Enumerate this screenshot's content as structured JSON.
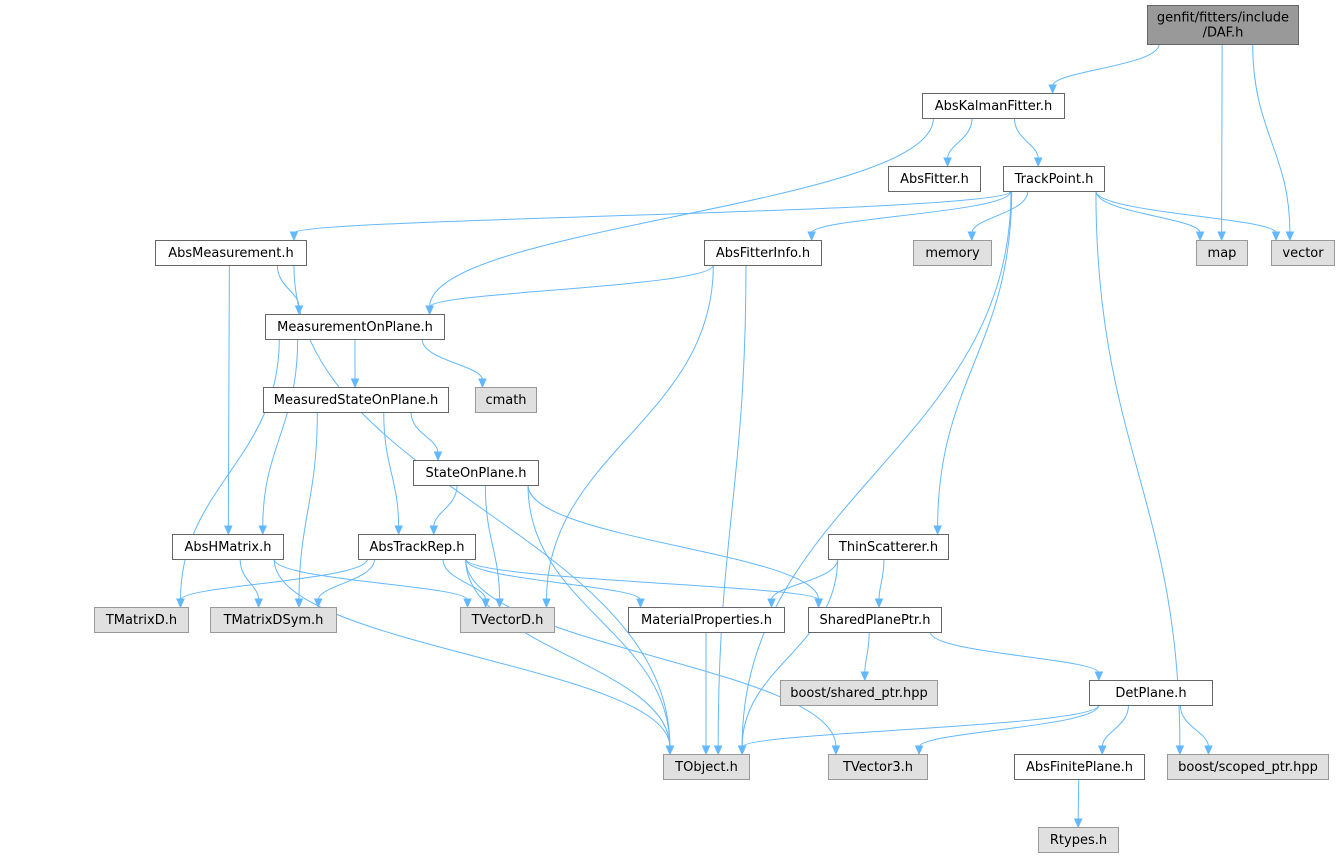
{
  "graph": {
    "edge_color": "#63b8ff",
    "node_colors": {
      "focus": "#999999",
      "file": "#ffffff",
      "external": "#e0e0e0",
      "border": "#666666"
    },
    "nodes": [
      {
        "id": "daf",
        "label_lines": [
          "genfit/fitters/include",
          "/DAF.h"
        ],
        "kind": "focus"
      },
      {
        "id": "abskalman",
        "label_lines": [
          "AbsKalmanFitter.h"
        ],
        "kind": "file"
      },
      {
        "id": "absfitter",
        "label_lines": [
          "AbsFitter.h"
        ],
        "kind": "file"
      },
      {
        "id": "trackpoint",
        "label_lines": [
          "TrackPoint.h"
        ],
        "kind": "file"
      },
      {
        "id": "absmeas",
        "label_lines": [
          "AbsMeasurement.h"
        ],
        "kind": "file"
      },
      {
        "id": "absfitterinfo",
        "label_lines": [
          "AbsFitterInfo.h"
        ],
        "kind": "file"
      },
      {
        "id": "memory",
        "label_lines": [
          "memory"
        ],
        "kind": "ext"
      },
      {
        "id": "map",
        "label_lines": [
          "map"
        ],
        "kind": "ext"
      },
      {
        "id": "vector",
        "label_lines": [
          "vector"
        ],
        "kind": "ext"
      },
      {
        "id": "measonplane",
        "label_lines": [
          "MeasurementOnPlane.h"
        ],
        "kind": "file"
      },
      {
        "id": "cmath",
        "label_lines": [
          "cmath"
        ],
        "kind": "ext"
      },
      {
        "id": "measstate",
        "label_lines": [
          "MeasuredStateOnPlane.h"
        ],
        "kind": "file"
      },
      {
        "id": "stateonplane",
        "label_lines": [
          "StateOnPlane.h"
        ],
        "kind": "file"
      },
      {
        "id": "abshmatrix",
        "label_lines": [
          "AbsHMatrix.h"
        ],
        "kind": "file"
      },
      {
        "id": "abstrackrep",
        "label_lines": [
          "AbsTrackRep.h"
        ],
        "kind": "file"
      },
      {
        "id": "thinscatterer",
        "label_lines": [
          "ThinScatterer.h"
        ],
        "kind": "file"
      },
      {
        "id": "tmatrixd",
        "label_lines": [
          "TMatrixD.h"
        ],
        "kind": "ext"
      },
      {
        "id": "tmatrixdsym",
        "label_lines": [
          "TMatrixDSym.h"
        ],
        "kind": "ext"
      },
      {
        "id": "tvectord",
        "label_lines": [
          "TVectorD.h"
        ],
        "kind": "ext"
      },
      {
        "id": "matprops",
        "label_lines": [
          "MaterialProperties.h"
        ],
        "kind": "file"
      },
      {
        "id": "sharedplaneptr",
        "label_lines": [
          "SharedPlanePtr.h"
        ],
        "kind": "file"
      },
      {
        "id": "boostshared",
        "label_lines": [
          "boost/shared_ptr.hpp"
        ],
        "kind": "ext"
      },
      {
        "id": "detplane",
        "label_lines": [
          "DetPlane.h"
        ],
        "kind": "file"
      },
      {
        "id": "tobject",
        "label_lines": [
          "TObject.h"
        ],
        "kind": "ext"
      },
      {
        "id": "tvector3",
        "label_lines": [
          "TVector3.h"
        ],
        "kind": "ext"
      },
      {
        "id": "absfiniteplane",
        "label_lines": [
          "AbsFinitePlane.h"
        ],
        "kind": "file"
      },
      {
        "id": "boostscoped",
        "label_lines": [
          "boost/scoped_ptr.hpp"
        ],
        "kind": "ext"
      },
      {
        "id": "rtypes",
        "label_lines": [
          "Rtypes.h"
        ],
        "kind": "ext"
      }
    ],
    "edges": [
      {
        "from": "daf",
        "to": "abskalman"
      },
      {
        "from": "daf",
        "to": "map"
      },
      {
        "from": "daf",
        "to": "vector"
      },
      {
        "from": "abskalman",
        "to": "absfitter"
      },
      {
        "from": "abskalman",
        "to": "trackpoint"
      },
      {
        "from": "abskalman",
        "to": "measonplane"
      },
      {
        "from": "trackpoint",
        "to": "absmeas"
      },
      {
        "from": "trackpoint",
        "to": "absfitterinfo"
      },
      {
        "from": "trackpoint",
        "to": "memory"
      },
      {
        "from": "trackpoint",
        "to": "map"
      },
      {
        "from": "trackpoint",
        "to": "vector"
      },
      {
        "from": "trackpoint",
        "to": "thinscatterer"
      },
      {
        "from": "trackpoint",
        "to": "tobject"
      },
      {
        "from": "trackpoint",
        "to": "boostscoped"
      },
      {
        "from": "absmeas",
        "to": "measonplane"
      },
      {
        "from": "absmeas",
        "to": "abshmatrix"
      },
      {
        "from": "absmeas",
        "to": "tobject"
      },
      {
        "from": "absfitterinfo",
        "to": "measonplane"
      },
      {
        "from": "absfitterinfo",
        "to": "tvectord"
      },
      {
        "from": "absfitterinfo",
        "to": "tobject"
      },
      {
        "from": "measonplane",
        "to": "measstate"
      },
      {
        "from": "measonplane",
        "to": "cmath"
      },
      {
        "from": "measonplane",
        "to": "abshmatrix"
      },
      {
        "from": "measonplane",
        "to": "tmatrixd"
      },
      {
        "from": "measstate",
        "to": "stateonplane"
      },
      {
        "from": "measstate",
        "to": "abstrackrep"
      },
      {
        "from": "measstate",
        "to": "tmatrixdsym"
      },
      {
        "from": "stateonplane",
        "to": "abstrackrep"
      },
      {
        "from": "stateonplane",
        "to": "tvectord"
      },
      {
        "from": "stateonplane",
        "to": "sharedplaneptr"
      },
      {
        "from": "stateonplane",
        "to": "tobject"
      },
      {
        "from": "abshmatrix",
        "to": "tmatrixdsym"
      },
      {
        "from": "abshmatrix",
        "to": "tvectord"
      },
      {
        "from": "abshmatrix",
        "to": "tobject"
      },
      {
        "from": "abstrackrep",
        "to": "tmatrixd"
      },
      {
        "from": "abstrackrep",
        "to": "tmatrixdsym"
      },
      {
        "from": "abstrackrep",
        "to": "tvectord"
      },
      {
        "from": "abstrackrep",
        "to": "matprops"
      },
      {
        "from": "abstrackrep",
        "to": "sharedplaneptr"
      },
      {
        "from": "abstrackrep",
        "to": "tobject"
      },
      {
        "from": "abstrackrep",
        "to": "tvector3"
      },
      {
        "from": "thinscatterer",
        "to": "matprops"
      },
      {
        "from": "thinscatterer",
        "to": "sharedplaneptr"
      },
      {
        "from": "thinscatterer",
        "to": "tobject"
      },
      {
        "from": "matprops",
        "to": "tobject"
      },
      {
        "from": "sharedplaneptr",
        "to": "boostshared"
      },
      {
        "from": "sharedplaneptr",
        "to": "detplane"
      },
      {
        "from": "detplane",
        "to": "tobject"
      },
      {
        "from": "detplane",
        "to": "tvector3"
      },
      {
        "from": "detplane",
        "to": "absfiniteplane"
      },
      {
        "from": "detplane",
        "to": "boostscoped"
      },
      {
        "from": "absfiniteplane",
        "to": "rtypes"
      }
    ]
  }
}
